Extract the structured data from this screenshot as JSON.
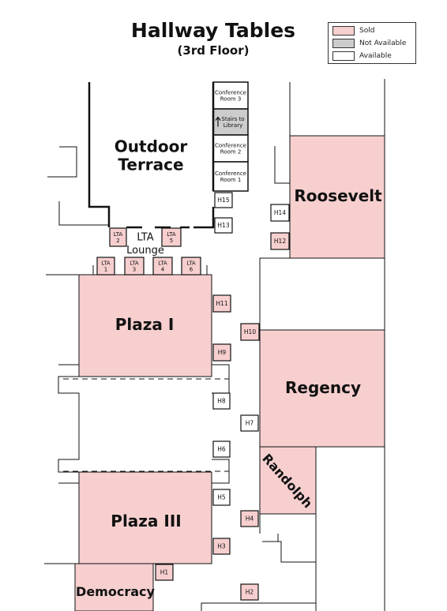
{
  "title": "Hallway Tables",
  "subtitle": "(3rd Floor)",
  "colors": {
    "sold": "#f7cfcf",
    "not_available": "#cccccc",
    "available": "#ffffff",
    "wall": "#111111"
  },
  "legend": [
    {
      "status": "sold",
      "label": "Sold"
    },
    {
      "status": "not_available",
      "label": "Not Available"
    },
    {
      "status": "available",
      "label": "Available"
    }
  ],
  "rooms": [
    {
      "id": "outdoor-terrace",
      "lines": [
        "Outdoor",
        "Terrace"
      ],
      "status": "available"
    },
    {
      "id": "roosevelt",
      "lines": [
        "Roosevelt"
      ],
      "status": "sold"
    },
    {
      "id": "plaza-i",
      "lines": [
        "Plaza I"
      ],
      "status": "sold"
    },
    {
      "id": "regency",
      "lines": [
        "Regency"
      ],
      "status": "sold"
    },
    {
      "id": "randolph",
      "lines": [
        "Randolph"
      ],
      "status": "sold"
    },
    {
      "id": "plaza-iii",
      "lines": [
        "Plaza III"
      ],
      "status": "sold"
    },
    {
      "id": "democracy",
      "lines": [
        "Democracy"
      ],
      "status": "sold"
    },
    {
      "id": "lta-lounge",
      "lines": [
        "LTA",
        "Lounge"
      ],
      "status": "available"
    }
  ],
  "side_rooms": [
    {
      "id": "conference-room-3",
      "lines": [
        "Conference",
        "Room 3"
      ],
      "status": "available"
    },
    {
      "id": "stairs-to-library",
      "lines": [
        "Stairs to",
        "Library"
      ],
      "status": "not_available",
      "icon": "up-arrow-icon"
    },
    {
      "id": "conference-room-2",
      "lines": [
        "Conference",
        "Room 2"
      ],
      "status": "available"
    },
    {
      "id": "conference-room-1",
      "lines": [
        "Conference",
        "Room 1"
      ],
      "status": "available"
    }
  ],
  "tables": [
    {
      "id": "lta-2",
      "lines": [
        "LTA",
        "2"
      ],
      "status": "sold"
    },
    {
      "id": "lta-5",
      "lines": [
        "LTA",
        "5"
      ],
      "status": "sold"
    },
    {
      "id": "lta-1",
      "lines": [
        "LTA",
        "1"
      ],
      "status": "sold"
    },
    {
      "id": "lta-3",
      "lines": [
        "LTA",
        "3"
      ],
      "status": "sold"
    },
    {
      "id": "lta-4",
      "lines": [
        "LTA",
        "4"
      ],
      "status": "sold"
    },
    {
      "id": "lta-6",
      "lines": [
        "LTA",
        "6"
      ],
      "status": "sold"
    },
    {
      "id": "h15",
      "lines": [
        "H15"
      ],
      "status": "available"
    },
    {
      "id": "h13",
      "lines": [
        "H13"
      ],
      "status": "available"
    },
    {
      "id": "h14",
      "lines": [
        "H14"
      ],
      "status": "available"
    },
    {
      "id": "h12",
      "lines": [
        "H12"
      ],
      "status": "sold"
    },
    {
      "id": "h11",
      "lines": [
        "H11"
      ],
      "status": "sold"
    },
    {
      "id": "h10",
      "lines": [
        "H10"
      ],
      "status": "sold"
    },
    {
      "id": "h9",
      "lines": [
        "H9"
      ],
      "status": "sold"
    },
    {
      "id": "h8",
      "lines": [
        "H8"
      ],
      "status": "available"
    },
    {
      "id": "h7",
      "lines": [
        "H7"
      ],
      "status": "available"
    },
    {
      "id": "h6",
      "lines": [
        "H6"
      ],
      "status": "available"
    },
    {
      "id": "h5",
      "lines": [
        "H5"
      ],
      "status": "available"
    },
    {
      "id": "h4",
      "lines": [
        "H4"
      ],
      "status": "sold"
    },
    {
      "id": "h3",
      "lines": [
        "H3"
      ],
      "status": "sold"
    },
    {
      "id": "h1",
      "lines": [
        "H1"
      ],
      "status": "sold"
    },
    {
      "id": "h2",
      "lines": [
        "H2"
      ],
      "status": "sold"
    }
  ]
}
